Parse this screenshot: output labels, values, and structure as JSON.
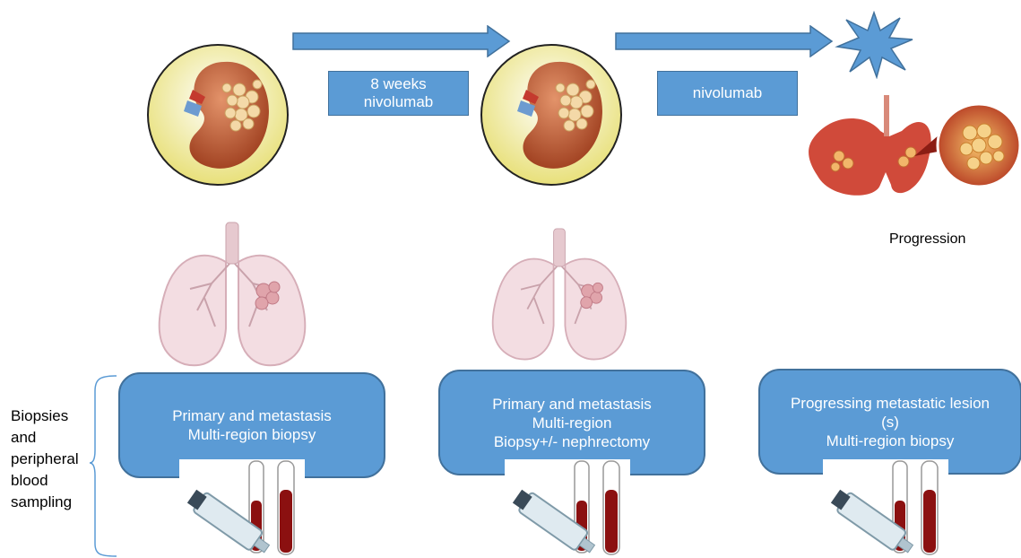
{
  "timeline": {
    "arrow1_label_line1": "8 weeks",
    "arrow1_label_line2": "nivolumab",
    "arrow2_label": "nivolumab",
    "progression_label": "Progression"
  },
  "side_label": {
    "line1": "Biopsies",
    "line2": "and",
    "line3": "peripheral",
    "line4": "blood",
    "line5": "sampling"
  },
  "stages": [
    {
      "line1": "Primary and metastasis",
      "line2": "Multi-region biopsy",
      "line3": ""
    },
    {
      "line1": "Primary and metastasis",
      "line2": "Multi-region",
      "line3": "Biopsy+/- nephrectomy"
    },
    {
      "line1": "Progressing metastatic lesion",
      "line2": "(s)",
      "line3": "Multi-region biopsy"
    }
  ],
  "colors": {
    "box_fill": "#5b9bd5",
    "box_border": "#41719c",
    "star": "#5b9bd5"
  },
  "icons": [
    "kidney-tumor-illustration",
    "lungs-illustration",
    "syringe-and-blood-tubes-illustration",
    "burst-star-icon",
    "lung-metastasis-illustration"
  ]
}
